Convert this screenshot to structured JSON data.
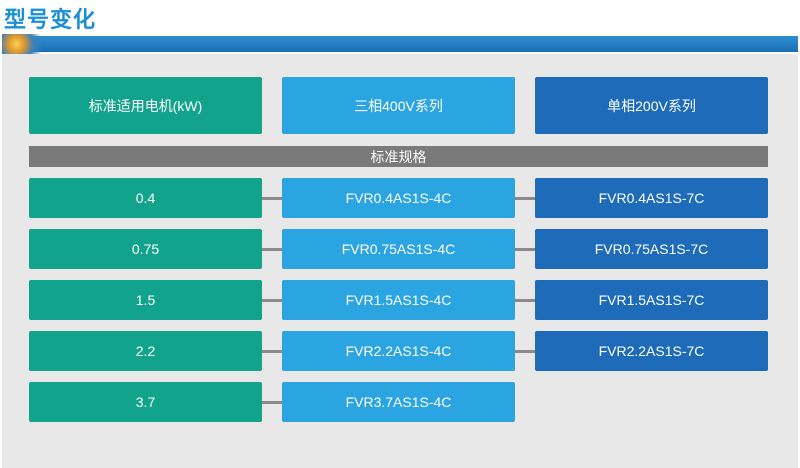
{
  "title": "型号变化",
  "headers": {
    "motor": "标准适用电机(kW)",
    "three_phase": "三相400V系列",
    "single_phase": "单相200V系列"
  },
  "spec_label": "标准规格",
  "rows": [
    {
      "kw": "0.4",
      "three_phase": "FVR0.4AS1S-4C",
      "single_phase": "FVR0.4AS1S-7C"
    },
    {
      "kw": "0.75",
      "three_phase": "FVR0.75AS1S-4C",
      "single_phase": "FVR0.75AS1S-7C"
    },
    {
      "kw": "1.5",
      "three_phase": "FVR1.5AS1S-4C",
      "single_phase": "FVR1.5AS1S-7C"
    },
    {
      "kw": "2.2",
      "three_phase": "FVR2.2AS1S-4C",
      "single_phase": "FVR2.2AS1S-7C"
    },
    {
      "kw": "3.7",
      "three_phase": "FVR3.7AS1S-4C",
      "single_phase": ""
    }
  ],
  "colors": {
    "title": "#1a8fd6",
    "motor_column": "#11a38c",
    "three_phase_column": "#2ba5e2",
    "single_phase_column": "#1e6cb9",
    "spec_bar": "#7a7a7a"
  }
}
